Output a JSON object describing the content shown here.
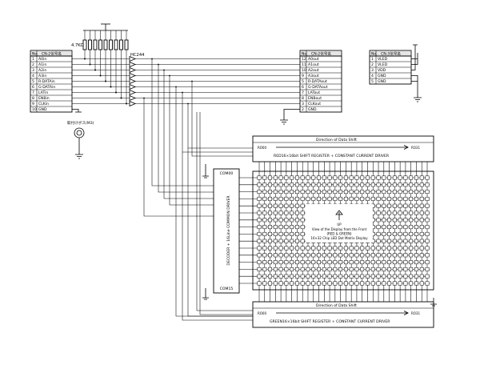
{
  "connector_in": {
    "header": {
      "no": "No.",
      "name": "CN-2信号名"
    },
    "rows": [
      {
        "no": "1",
        "name": "A0in"
      },
      {
        "no": "2",
        "name": "A1in"
      },
      {
        "no": "3",
        "name": "A2in"
      },
      {
        "no": "4",
        "name": "A3in"
      },
      {
        "no": "5",
        "name": "R-DATAin"
      },
      {
        "no": "6",
        "name": "G-DATAin"
      },
      {
        "no": "7",
        "name": "LATin"
      },
      {
        "no": "8",
        "name": "ENBin"
      },
      {
        "no": "9",
        "name": "CLKin"
      },
      {
        "no": "10",
        "name": "GND"
      }
    ]
  },
  "connector_out": {
    "header": {
      "no": "No.",
      "name": "CN-2信号名"
    },
    "rows": [
      {
        "no": "12",
        "name": "A0out"
      },
      {
        "no": "11",
        "name": "A1out"
      },
      {
        "no": "10",
        "name": "A2out"
      },
      {
        "no": "9",
        "name": "A3out"
      },
      {
        "no": "5",
        "name": "R-DATAout"
      },
      {
        "no": "6",
        "name": "G-DATAout"
      },
      {
        "no": "7",
        "name": "LATout"
      },
      {
        "no": "8",
        "name": "ENBout"
      },
      {
        "no": "3",
        "name": "CLKout"
      },
      {
        "no": "2",
        "name": "GND"
      }
    ]
  },
  "connector_power": {
    "header": {
      "no": "No.",
      "name": "CN-3信号名"
    },
    "rows": [
      {
        "no": "1",
        "name": "VLED"
      },
      {
        "no": "2",
        "name": "VLED"
      },
      {
        "no": "3",
        "name": "VDD"
      },
      {
        "no": "4",
        "name": "GND"
      },
      {
        "no": "5",
        "name": "GND"
      }
    ]
  },
  "resistor_label": "4.7KΩ",
  "ic_label": "HC244",
  "mounting_label": "取付けボス(M3)",
  "red_driver": {
    "direction": "Direction of Data Shift",
    "start": "RO00",
    "end": "RO31",
    "title": "RED16×16bit SHIFT REGISTER + CONSTANT CURRENT DRIVER"
  },
  "green_driver": {
    "direction": "Direction of Data Shift",
    "start": "RO00",
    "end": "RO31",
    "title": "GREEN16×16bit SHIFT REGISTER + CONSTANT CURRENT DRIVER"
  },
  "decoder": {
    "top": "COM00",
    "bottom": "COM15",
    "title": "DECODER + 16Line COMMON DRIVER"
  },
  "matrix": {
    "up": "UP",
    "caption1": "View of the Display from the Front",
    "caption2": "(RED & GREEN)",
    "caption3": "16×32  Chip LED Dot Matrix Display",
    "rows": 16,
    "cols": 32
  }
}
